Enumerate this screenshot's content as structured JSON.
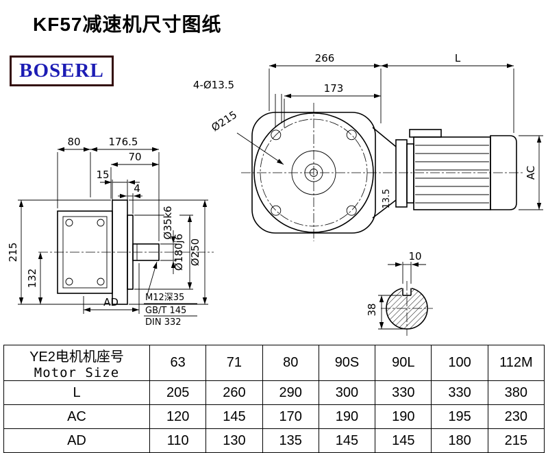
{
  "page": {
    "title": "KF57减速机尺寸图纸",
    "logo_text": "BOSERL"
  },
  "colors": {
    "logo_text": "#1c1cb4",
    "logo_border": "#330c0c",
    "line": "#000000"
  },
  "front_view": {
    "dim_depth": "266",
    "dim_motor_length": "L",
    "dim_bolt_holes": "4-Ø13.5",
    "dim_bolt_spacing": "173",
    "dim_flange_dia": "Ø215",
    "dim_motor_dia": "AC",
    "dim_step": "13.5"
  },
  "side_view": {
    "dim_80": "80",
    "dim_176_5": "176.5",
    "dim_70": "70",
    "dim_15": "15",
    "dim_4": "4",
    "dim_height": "215",
    "dim_center_height": "132",
    "dim_AD": "AD",
    "dim_shaft_dia": "Ø35k6",
    "dim_spigot_dia": "Ø180j6",
    "dim_flange_od": "Ø250",
    "note_tap": "M12深35",
    "note_gb": "GB/T 145",
    "note_din": "DIN 332"
  },
  "shaft_section": {
    "dim_key_width": "10",
    "dim_key_depth": "38"
  },
  "table": {
    "header_cn": "YE2电机机座号",
    "header_en": "Motor Size",
    "sizes": [
      "63",
      "71",
      "80",
      "90S",
      "90L",
      "100",
      "112M"
    ],
    "rows": [
      {
        "label": "L",
        "values": [
          "205",
          "260",
          "290",
          "300",
          "330",
          "330",
          "380"
        ]
      },
      {
        "label": "AC",
        "values": [
          "120",
          "145",
          "170",
          "190",
          "190",
          "195",
          "230"
        ]
      },
      {
        "label": "AD",
        "values": [
          "110",
          "130",
          "135",
          "145",
          "145",
          "180",
          "215"
        ]
      }
    ]
  }
}
